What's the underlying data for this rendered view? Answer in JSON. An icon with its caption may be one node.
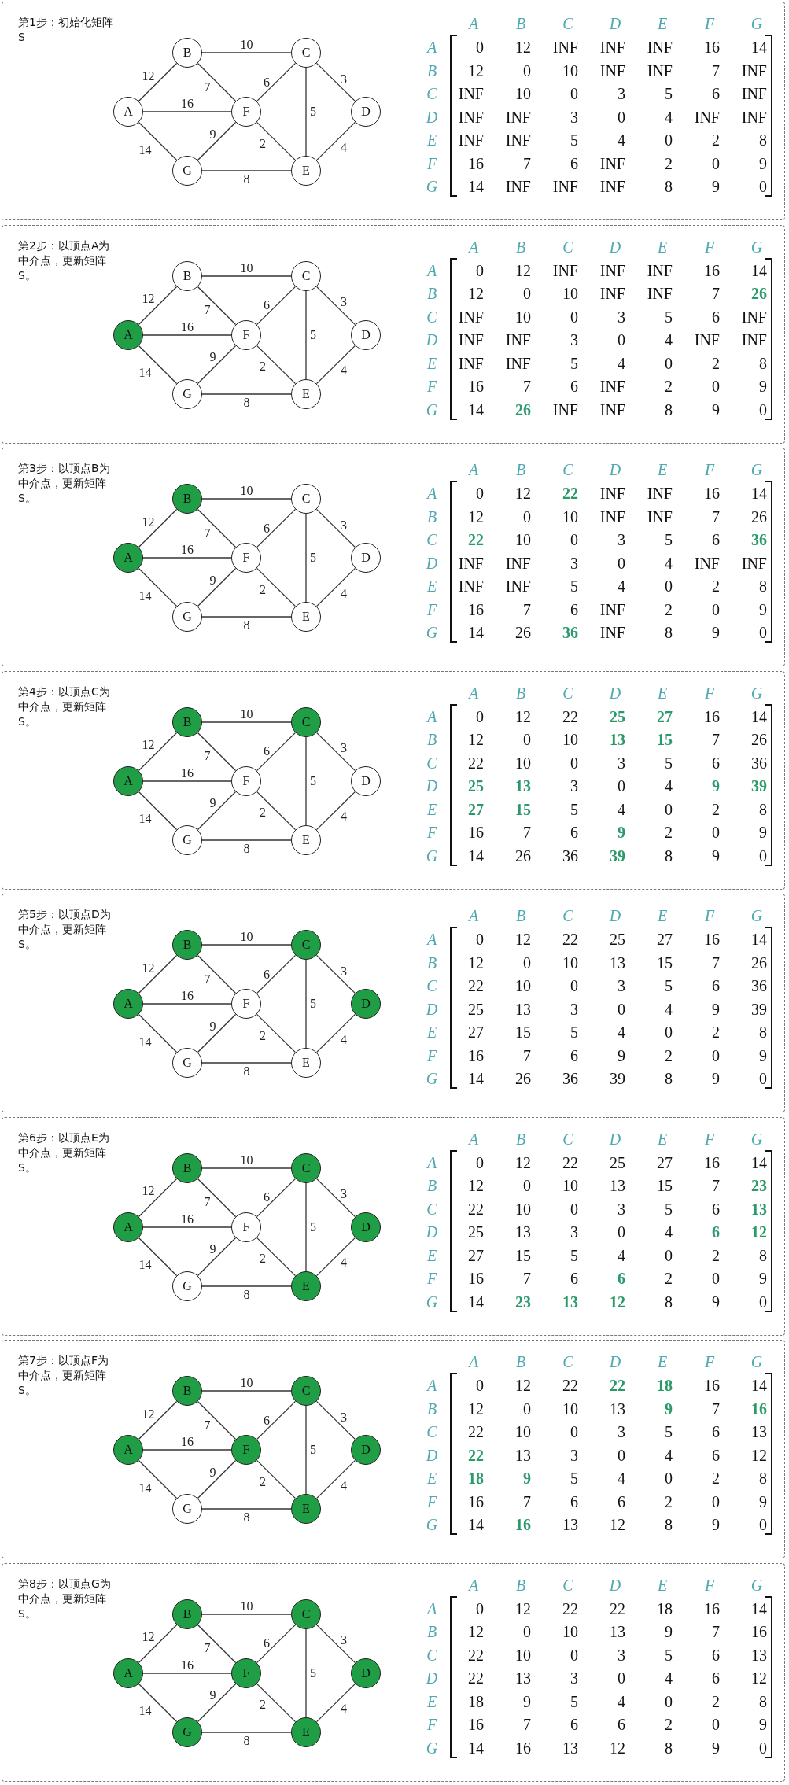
{
  "diagram": {
    "nodes": [
      {
        "text": [
          "第1步：初始化矩阵S"
        ]
      },
      {
        "text": [
          "A"
        ],
        "in": 0
      },
      {
        "text": [
          "B"
        ],
        "in": 0
      },
      {
        "text": [
          "C"
        ],
        "in": 0
      },
      {
        "text": [
          "D"
        ],
        "in": 0
      },
      {
        "text": [
          "E"
        ],
        "in": 0
      },
      {
        "text": [
          "F"
        ],
        "in": 0
      },
      {
        "text": [
          "G"
        ],
        "in": 0
      },
      {
        "text": [
          "第2步：以顶点A为中介点，更新矩阵S。"
        ]
      },
      {
        "text": [
          "A"
        ],
        "in": 8
      },
      {
        "text": [
          "B"
        ],
        "in": 8
      },
      {
        "text": [
          "C"
        ],
        "in": 8
      },
      {
        "text": [
          "D"
        ],
        "in": 8
      },
      {
        "text": [
          "E"
        ],
        "in": 8
      },
      {
        "text": [
          "F"
        ],
        "in": 8
      },
      {
        "text": [
          "G"
        ],
        "in": 8
      },
      {
        "text": [
          "第3步：以顶点B为中介点，更新矩阵S。"
        ]
      },
      {
        "text": [
          "A"
        ],
        "in": 16
      },
      {
        "text": [
          "B"
        ],
        "in": 16
      },
      {
        "text": [
          "C"
        ],
        "in": 16
      },
      {
        "text": [
          "D"
        ],
        "in": 16
      },
      {
        "text": [
          "E"
        ],
        "in": 16
      },
      {
        "text": [
          "F"
        ],
        "in": 16
      },
      {
        "text": [
          "G"
        ],
        "in": 16
      },
      {
        "text": [
          "第4步：以顶点C为中介点，更新矩阵S。"
        ]
      },
      {
        "text": [
          "A"
        ],
        "in": 24
      },
      {
        "text": [
          "B"
        ],
        "in": 24
      },
      {
        "text": [
          "C"
        ],
        "in": 24
      },
      {
        "text": [
          "D"
        ],
        "in": 24
      },
      {
        "text": [
          "E"
        ],
        "in": 24
      },
      {
        "text": [
          "F"
        ],
        "in": 24
      },
      {
        "text": [
          "G"
        ],
        "in": 24
      },
      {
        "text": [
          "第5步：以顶点D为中介点，更新矩阵S。"
        ]
      },
      {
        "text": [
          "A"
        ],
        "in": 32
      },
      {
        "text": [
          "B"
        ],
        "in": 32
      },
      {
        "text": [
          "C"
        ],
        "in": 32
      },
      {
        "text": [
          "D"
        ],
        "in": 32
      },
      {
        "text": [
          "E"
        ],
        "in": 32
      },
      {
        "text": [
          "F"
        ],
        "in": 32
      },
      {
        "text": [
          "G"
        ],
        "in": 32
      },
      {
        "text": [
          "第6步：以顶点E为中介点，更新矩阵S。"
        ]
      },
      {
        "text": [
          "A"
        ],
        "in": 40
      },
      {
        "text": [
          "B"
        ],
        "in": 40
      },
      {
        "text": [
          "C"
        ],
        "in": 40
      },
      {
        "text": [
          "D"
        ],
        "in": 40
      },
      {
        "text": [
          "E"
        ],
        "in": 40
      },
      {
        "text": [
          "F"
        ],
        "in": 40
      },
      {
        "text": [
          "G"
        ],
        "in": 40
      },
      {
        "text": [
          "第7步：以顶点F为中介点，更新矩阵S。"
        ]
      },
      {
        "text": [
          "A"
        ],
        "in": 48
      },
      {
        "text": [
          "B"
        ],
        "in": 48
      },
      {
        "text": [
          "C"
        ],
        "in": 48
      },
      {
        "text": [
          "D"
        ],
        "in": 48
      },
      {
        "text": [
          "E"
        ],
        "in": 48
      },
      {
        "text": [
          "F"
        ],
        "in": 48
      },
      {
        "text": [
          "G"
        ],
        "in": 48
      },
      {
        "text": [
          "第8步：以顶点G为中介点，更新矩阵S。"
        ]
      },
      {
        "text": [
          "A"
        ],
        "in": 56
      },
      {
        "text": [
          "B"
        ],
        "in": 56
      },
      {
        "text": [
          "C"
        ],
        "in": 56
      },
      {
        "text": [
          "D"
        ],
        "in": 56
      },
      {
        "text": [
          "E"
        ],
        "in": 56
      },
      {
        "text": [
          "F"
        ],
        "in": 56
      },
      {
        "text": [
          "G"
        ],
        "in": 56
      }
    ],
    "edges": [
      {
        "from": 1,
        "to": 2,
        "arrow": "none",
        "label": "12"
      },
      {
        "from": 1,
        "to": 6,
        "arrow": "none",
        "label": "16"
      },
      {
        "from": 1,
        "to": 7,
        "arrow": "none",
        "label": "14"
      },
      {
        "from": 2,
        "to": 3,
        "arrow": "none",
        "label": "10"
      },
      {
        "from": 2,
        "to": 6,
        "arrow": "none",
        "label": "7"
      },
      {
        "from": 6,
        "to": 3,
        "arrow": "none",
        "label": "6"
      },
      {
        "from": 7,
        "to": 6,
        "arrow": "none",
        "label": "9"
      },
      {
        "from": 6,
        "to": 5,
        "arrow": "none",
        "label": "2"
      },
      {
        "from": 7,
        "to": 5,
        "arrow": "none",
        "label": "8"
      },
      {
        "from": 3,
        "to": 5,
        "arrow": "none",
        "label": "5"
      },
      {
        "from": 3,
        "to": 4,
        "arrow": "none",
        "label": "3"
      },
      {
        "from": 5,
        "to": 4,
        "arrow": "none",
        "label": "4"
      },
      {
        "from": 9,
        "to": 10,
        "arrow": "none",
        "label": "12"
      },
      {
        "from": 9,
        "to": 14,
        "arrow": "none",
        "label": "16"
      },
      {
        "from": 9,
        "to": 15,
        "arrow": "none",
        "label": "14"
      },
      {
        "from": 10,
        "to": 11,
        "arrow": "none",
        "label": "10"
      },
      {
        "from": 10,
        "to": 14,
        "arrow": "none",
        "label": "7"
      },
      {
        "from": 14,
        "to": 11,
        "arrow": "none",
        "label": "6"
      },
      {
        "from": 15,
        "to": 14,
        "arrow": "none",
        "label": "9"
      },
      {
        "from": 14,
        "to": 13,
        "arrow": "none",
        "label": "2"
      },
      {
        "from": 15,
        "to": 13,
        "arrow": "none",
        "label": "8"
      },
      {
        "from": 11,
        "to": 13,
        "arrow": "none",
        "label": "5"
      },
      {
        "from": 11,
        "to": 12,
        "arrow": "none",
        "label": "3"
      },
      {
        "from": 13,
        "to": 12,
        "arrow": "none",
        "label": "4"
      },
      {
        "from": 17,
        "to": 18,
        "arrow": "none",
        "label": "12"
      },
      {
        "from": 17,
        "to": 22,
        "arrow": "none",
        "label": "16"
      },
      {
        "from": 17,
        "to": 23,
        "arrow": "none",
        "label": "14"
      },
      {
        "from": 18,
        "to": 19,
        "arrow": "none",
        "label": "10"
      },
      {
        "from": 18,
        "to": 22,
        "arrow": "none",
        "label": "7"
      },
      {
        "from": 22,
        "to": 19,
        "arrow": "none",
        "label": "6"
      },
      {
        "from": 23,
        "to": 22,
        "arrow": "none",
        "label": "9"
      },
      {
        "from": 22,
        "to": 21,
        "arrow": "none",
        "label": "2"
      },
      {
        "from": 23,
        "to": 21,
        "arrow": "none",
        "label": "8"
      },
      {
        "from": 19,
        "to": 21,
        "arrow": "none",
        "label": "5"
      },
      {
        "from": 19,
        "to": 20,
        "arrow": "none",
        "label": "3"
      },
      {
        "from": 21,
        "to": 20,
        "arrow": "none",
        "label": "4"
      },
      {
        "from": 25,
        "to": 26,
        "arrow": "none",
        "label": "12"
      },
      {
        "from": 25,
        "to": 30,
        "arrow": "none",
        "label": "16"
      },
      {
        "from": 25,
        "to": 31,
        "arrow": "none",
        "label": "14"
      },
      {
        "from": 26,
        "to": 27,
        "arrow": "none",
        "label": "10"
      },
      {
        "from": 26,
        "to": 30,
        "arrow": "none",
        "label": "7"
      },
      {
        "from": 30,
        "to": 27,
        "arrow": "none",
        "label": "6"
      },
      {
        "from": 31,
        "to": 30,
        "arrow": "none",
        "label": "9"
      },
      {
        "from": 30,
        "to": 29,
        "arrow": "none",
        "label": "2"
      },
      {
        "from": 31,
        "to": 29,
        "arrow": "none",
        "label": "8"
      },
      {
        "from": 27,
        "to": 29,
        "arrow": "none",
        "label": "5"
      },
      {
        "from": 27,
        "to": 28,
        "arrow": "none",
        "label": "3"
      },
      {
        "from": 29,
        "to": 28,
        "arrow": "none",
        "label": "4"
      },
      {
        "from": 33,
        "to": 34,
        "arrow": "none",
        "label": "12"
      },
      {
        "from": 33,
        "to": 38,
        "arrow": "none",
        "label": "16"
      },
      {
        "from": 33,
        "to": 39,
        "arrow": "none",
        "label": "14"
      },
      {
        "from": 34,
        "to": 35,
        "arrow": "none",
        "label": "10"
      },
      {
        "from": 34,
        "to": 38,
        "arrow": "none",
        "label": "7"
      },
      {
        "from": 38,
        "to": 35,
        "arrow": "none",
        "label": "6"
      },
      {
        "from": 39,
        "to": 38,
        "arrow": "none",
        "label": "9"
      },
      {
        "from": 38,
        "to": 37,
        "arrow": "none",
        "label": "2"
      },
      {
        "from": 39,
        "to": 37,
        "arrow": "none",
        "label": "8"
      },
      {
        "from": 35,
        "to": 37,
        "arrow": "none",
        "label": "5"
      },
      {
        "from": 35,
        "to": 36,
        "arrow": "none",
        "label": "3"
      },
      {
        "from": 37,
        "to": 36,
        "arrow": "none",
        "label": "4"
      },
      {
        "from": 41,
        "to": 42,
        "arrow": "none",
        "label": "12"
      },
      {
        "from": 41,
        "to": 46,
        "arrow": "none",
        "label": "16"
      },
      {
        "from": 41,
        "to": 47,
        "arrow": "none",
        "label": "14"
      },
      {
        "from": 42,
        "to": 43,
        "arrow": "none",
        "label": "10"
      },
      {
        "from": 42,
        "to": 46,
        "arrow": "none",
        "label": "7"
      },
      {
        "from": 46,
        "to": 43,
        "arrow": "none",
        "label": "6"
      },
      {
        "from": 47,
        "to": 46,
        "arrow": "none",
        "label": "9"
      },
      {
        "from": 46,
        "to": 45,
        "arrow": "none",
        "label": "2"
      },
      {
        "from": 47,
        "to": 45,
        "arrow": "none",
        "label": "8"
      },
      {
        "from": 43,
        "to": 45,
        "arrow": "none",
        "label": "5"
      },
      {
        "from": 43,
        "to": 44,
        "arrow": "none",
        "label": "3"
      },
      {
        "from": 45,
        "to": 44,
        "arrow": "none",
        "label": "4"
      },
      {
        "from": 49,
        "to": 50,
        "arrow": "none",
        "label": "12"
      },
      {
        "from": 49,
        "to": 54,
        "arrow": "none",
        "label": "16"
      },
      {
        "from": 49,
        "to": 55,
        "arrow": "none",
        "label": "14"
      },
      {
        "from": 50,
        "to": 51,
        "arrow": "none",
        "label": "10"
      },
      {
        "from": 50,
        "to": 54,
        "arrow": "none",
        "label": "7"
      },
      {
        "from": 54,
        "to": 51,
        "arrow": "none",
        "label": "6"
      },
      {
        "from": 55,
        "to": 54,
        "arrow": "none",
        "label": "9"
      },
      {
        "from": 54,
        "to": 53,
        "arrow": "none",
        "label": "2"
      },
      {
        "from": 55,
        "to": 53,
        "arrow": "none",
        "label": "8"
      },
      {
        "from": 51,
        "to": 53,
        "arrow": "none",
        "label": "5"
      },
      {
        "from": 51,
        "to": 52,
        "arrow": "none",
        "label": "3"
      },
      {
        "from": 53,
        "to": 52,
        "arrow": "none",
        "label": "4"
      },
      {
        "from": 57,
        "to": 58,
        "arrow": "none",
        "label": "12"
      },
      {
        "from": 57,
        "to": 62,
        "arrow": "none",
        "label": "16"
      },
      {
        "from": 57,
        "to": 63,
        "arrow": "none",
        "label": "14"
      },
      {
        "from": 58,
        "to": 59,
        "arrow": "none",
        "label": "10"
      },
      {
        "from": 58,
        "to": 62,
        "arrow": "none",
        "label": "7"
      },
      {
        "from": 62,
        "to": 59,
        "arrow": "none",
        "label": "6"
      },
      {
        "from": 63,
        "to": 62,
        "arrow": "none",
        "label": "9"
      },
      {
        "from": 62,
        "to": 61,
        "arrow": "none",
        "label": "2"
      },
      {
        "from": 63,
        "to": 61,
        "arrow": "none",
        "label": "8"
      },
      {
        "from": 59,
        "to": 61,
        "arrow": "none",
        "label": "5"
      },
      {
        "from": 59,
        "to": 60,
        "arrow": "none",
        "label": "3"
      },
      {
        "from": 61,
        "to": 60,
        "arrow": "none",
        "label": "4"
      }
    ],
    "labels": [
      "A",
      "B",
      "C",
      "D",
      "E",
      "F",
      "G",
      "A",
      "0",
      "12",
      "INF",
      "INF",
      "INF",
      "16",
      "14",
      "B",
      "12",
      "0",
      "10",
      "INF",
      "INF",
      "7",
      "INF",
      "C",
      "INF",
      "10",
      "0",
      "3",
      "5",
      "6",
      "INF",
      "D",
      "INF",
      "INF",
      "3",
      "0",
      "4",
      "INF",
      "INF",
      "E",
      "INF",
      "INF",
      "5",
      "4",
      "0",
      "2",
      "8",
      "F",
      "16",
      "7",
      "6",
      "INF",
      "2",
      "0",
      "9",
      "G",
      "14",
      "INF",
      "INF",
      "INF",
      "8",
      "9",
      "0",
      "A",
      "B",
      "C",
      "D",
      "E",
      "F",
      "G",
      "A",
      "0",
      "12",
      "INF",
      "INF",
      "INF",
      "16",
      "14",
      "B",
      "12",
      "0",
      "10",
      "INF",
      "INF",
      "7",
      "26",
      "C",
      "INF",
      "10",
      "0",
      "3",
      "5",
      "6",
      "INF",
      "D",
      "INF",
      "INF",
      "3",
      "0",
      "4",
      "INF",
      "INF",
      "E",
      "INF",
      "INF",
      "5",
      "4",
      "0",
      "2",
      "8",
      "F",
      "16",
      "7",
      "6",
      "INF",
      "2",
      "0",
      "9",
      "G",
      "14",
      "26",
      "INF",
      "INF",
      "8",
      "9",
      "0",
      "A",
      "B",
      "C",
      "D",
      "E",
      "F",
      "G",
      "A",
      "0",
      "12",
      "22",
      "INF",
      "INF",
      "16",
      "14",
      "B",
      "12",
      "0",
      "10",
      "INF",
      "INF",
      "7",
      "26",
      "C",
      "22",
      "10",
      "0",
      "3",
      "5",
      "6",
      "36",
      "D",
      "INF",
      "INF",
      "3",
      "0",
      "4",
      "INF",
      "INF",
      "E",
      "INF",
      "INF",
      "5",
      "4",
      "0",
      "2",
      "8",
      "F",
      "16",
      "7",
      "6",
      "INF",
      "2",
      "0",
      "9",
      "G",
      "14",
      "26",
      "36",
      "INF",
      "8",
      "9",
      "0",
      "A",
      "B",
      "C",
      "D",
      "E",
      "F",
      "G",
      "A",
      "0",
      "12",
      "22",
      "25",
      "27",
      "16",
      "14",
      "B",
      "12",
      "0",
      "10",
      "13",
      "15",
      "7",
      "26",
      "C",
      "22",
      "10",
      "0",
      "3",
      "5",
      "6",
      "36",
      "D",
      "25",
      "13",
      "3",
      "0",
      "4",
      "9",
      "39",
      "E",
      "27",
      "15",
      "5",
      "4",
      "0",
      "2",
      "8",
      "F",
      "16",
      "7",
      "6",
      "9",
      "2",
      "0",
      "9",
      "G",
      "14",
      "26",
      "36",
      "39",
      "8",
      "9",
      "0",
      "A",
      "B",
      "C",
      "D",
      "E",
      "F",
      "G",
      "A",
      "0",
      "12",
      "22",
      "25",
      "27",
      "16",
      "14",
      "B",
      "12",
      "0",
      "10",
      "13",
      "15",
      "7",
      "26",
      "C",
      "22",
      "10",
      "0",
      "3",
      "5",
      "6",
      "36",
      "D",
      "25",
      "13",
      "3",
      "0",
      "4",
      "9",
      "39",
      "E",
      "27",
      "15",
      "5",
      "4",
      "0",
      "2",
      "8",
      "F",
      "16",
      "7",
      "6",
      "9",
      "2",
      "0",
      "9",
      "G",
      "14",
      "26",
      "36",
      "39",
      "8",
      "9",
      "0",
      "A",
      "B",
      "C",
      "D",
      "E",
      "F",
      "G",
      "A",
      "0",
      "12",
      "22",
      "25",
      "27",
      "16",
      "14",
      "B",
      "12",
      "0",
      "10",
      "13",
      "15",
      "7",
      "23",
      "C",
      "22",
      "10",
      "0",
      "3",
      "5",
      "6",
      "13",
      "D",
      "25",
      "13",
      "3",
      "0",
      "4",
      "6",
      "12",
      "E",
      "27",
      "15",
      "5",
      "4",
      "0",
      "2",
      "8",
      "F",
      "16",
      "7",
      "6",
      "6",
      "2",
      "0",
      "9",
      "G",
      "14",
      "23",
      "13",
      "12",
      "8",
      "9",
      "0",
      "A",
      "B",
      "C",
      "D",
      "E",
      "F",
      "G",
      "A",
      "0",
      "12",
      "22",
      "22",
      "18",
      "16",
      "14",
      "B",
      "12",
      "0",
      "10",
      "13",
      "9",
      "7",
      "16",
      "C",
      "22",
      "10",
      "0",
      "3",
      "5",
      "6",
      "13",
      "D",
      "22",
      "13",
      "3",
      "0",
      "4",
      "6",
      "12",
      "E",
      "18",
      "9",
      "5",
      "4",
      "0",
      "2",
      "8",
      "F",
      "16",
      "7",
      "6",
      "6",
      "2",
      "0",
      "9",
      "G",
      "14",
      "16",
      "13",
      "12",
      "8",
      "9",
      "0",
      "A",
      "B",
      "C",
      "D",
      "E",
      "F",
      "G",
      "A",
      "0",
      "12",
      "22",
      "22",
      "18",
      "16",
      "14",
      "B",
      "12",
      "0",
      "10",
      "13",
      "9",
      "7",
      "16",
      "C",
      "22",
      "10",
      "0",
      "3",
      "5",
      "6",
      "13",
      "D",
      "22",
      "13",
      "3",
      "0",
      "4",
      "6",
      "12",
      "E",
      "18",
      "9",
      "5",
      "4",
      "0",
      "2",
      "8",
      "F",
      "16",
      "7",
      "6",
      "6",
      "2",
      "0",
      "9",
      "G",
      "14",
      "16",
      "13",
      "12",
      "8",
      "9",
      "0"
    ]
  }
}
